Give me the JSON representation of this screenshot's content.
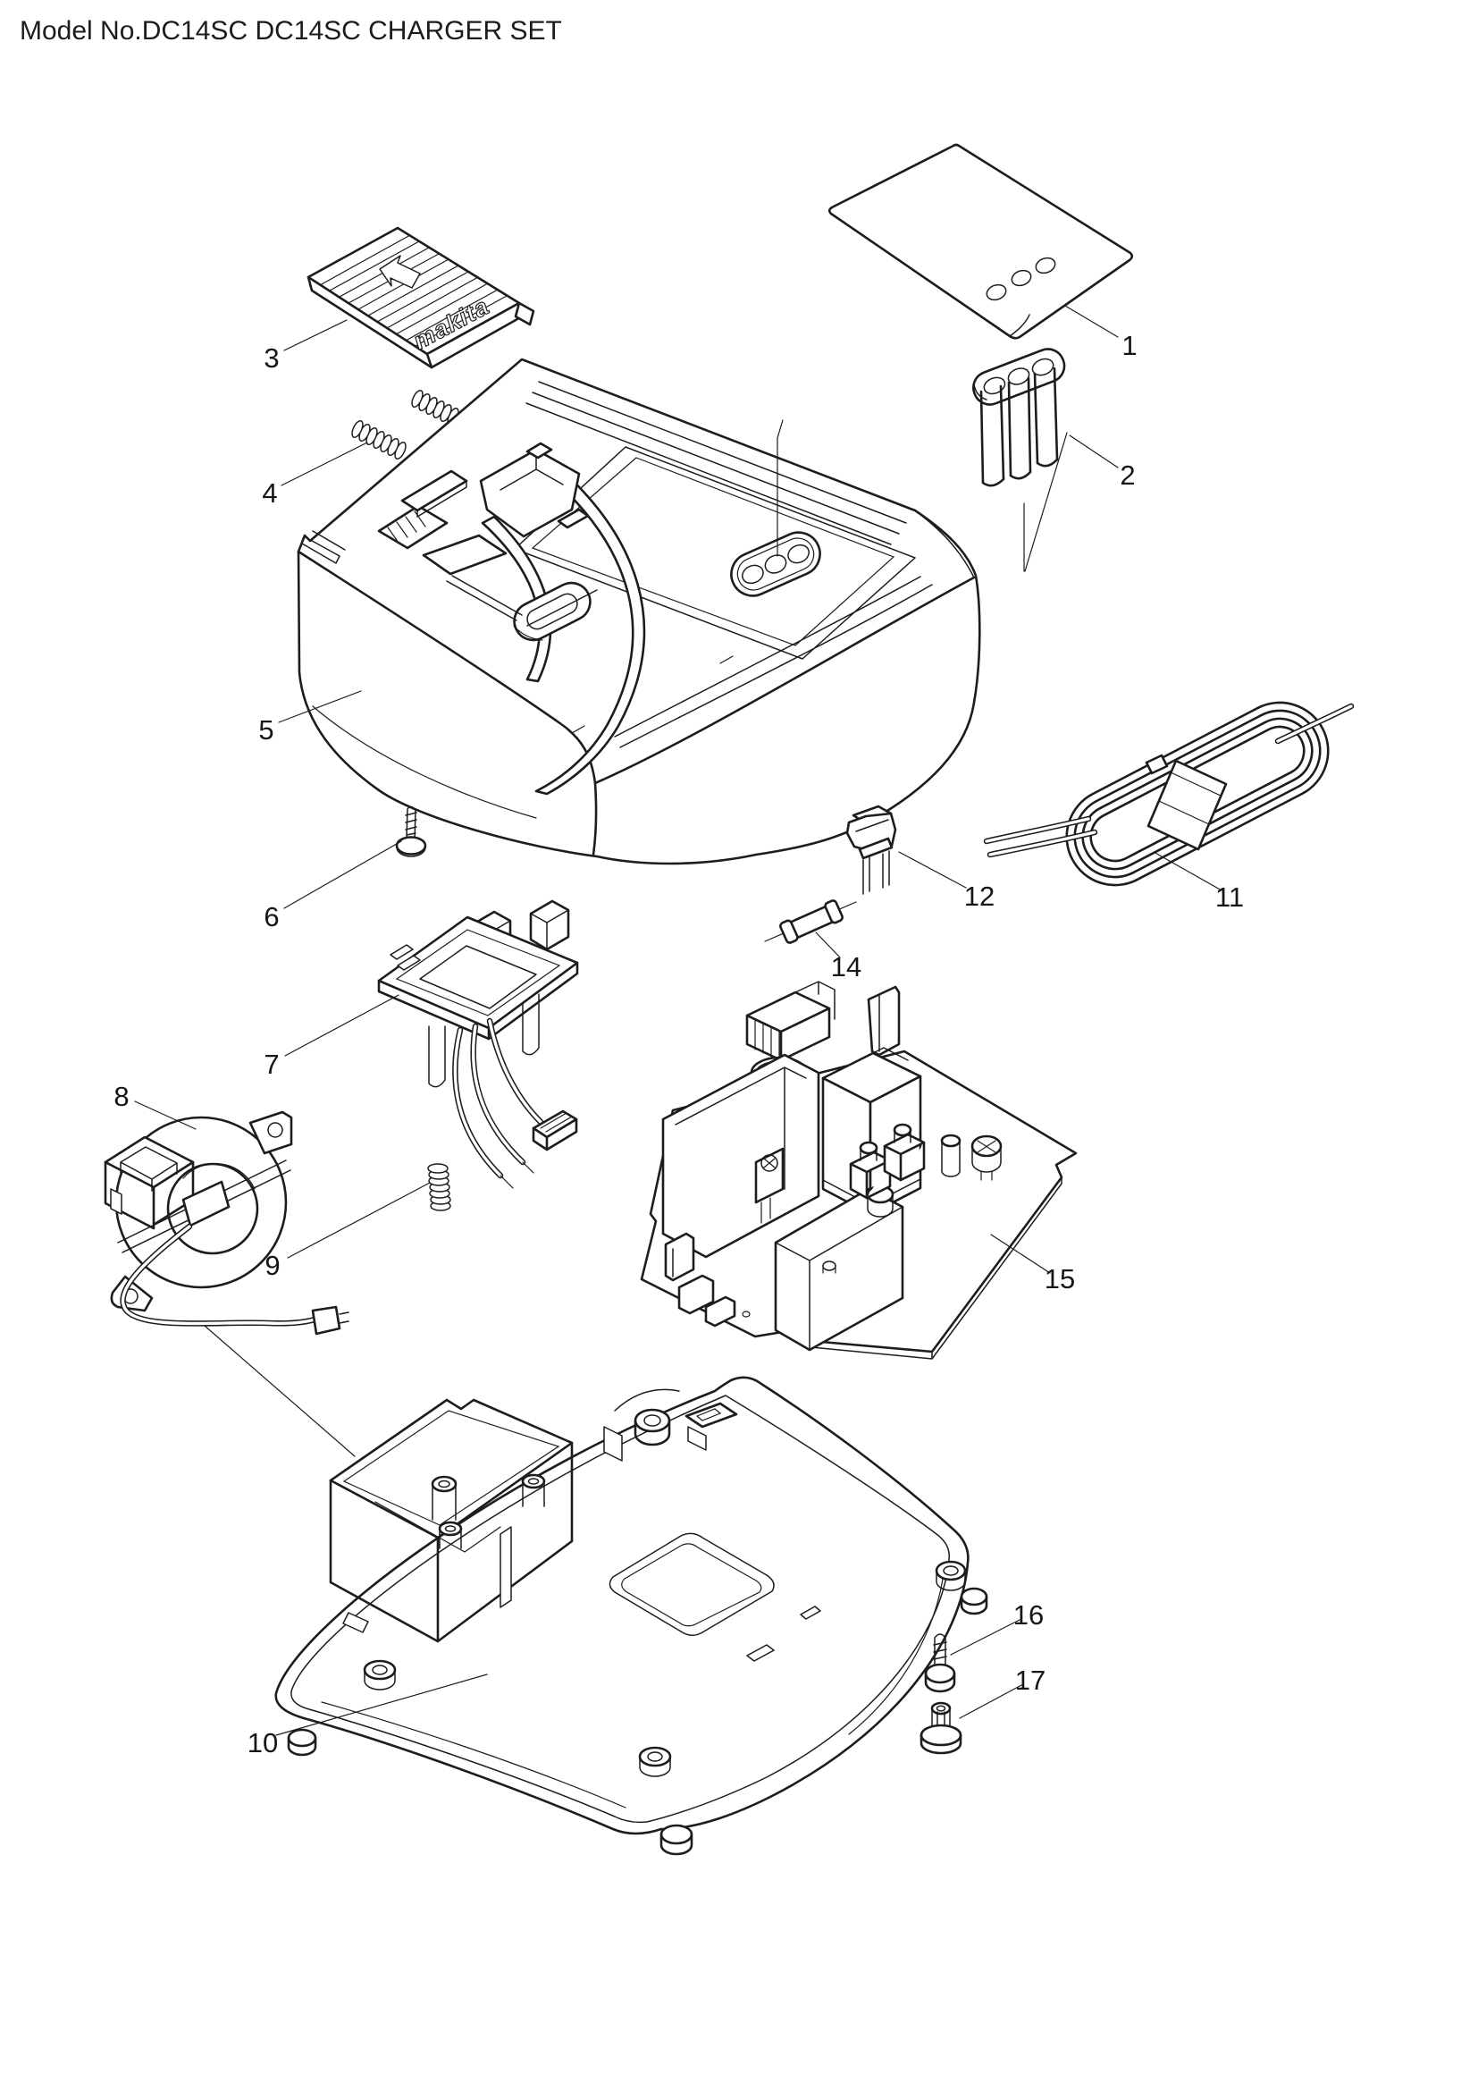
{
  "title": "Model No.DC14SC DC14SC CHARGER SET",
  "diagram": {
    "brand_logo_text": "makita",
    "part_labels": [
      "1",
      "2",
      "3",
      "4",
      "5",
      "6",
      "7",
      "8",
      "9",
      "10",
      "11",
      "12",
      "14",
      "15",
      "16",
      "17"
    ]
  }
}
